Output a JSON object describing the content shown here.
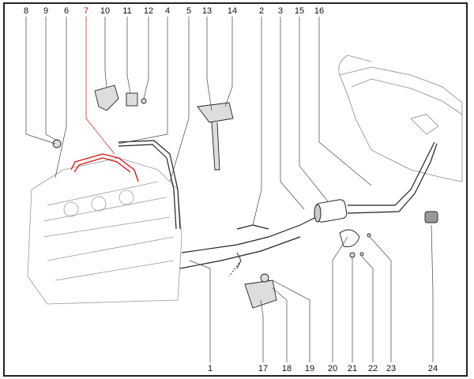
{
  "diagram": {
    "top_callouts": [
      "8",
      "9",
      "6",
      "7",
      "10",
      "11",
      "12",
      "4",
      "5",
      "13",
      "14",
      "2",
      "3",
      "15",
      "16"
    ],
    "bottom_callouts": [
      "1",
      "17",
      "18",
      "19",
      "20",
      "21",
      "22",
      "23",
      "24"
    ],
    "highlighted_callout": "7",
    "highlight_color": "#d01010"
  }
}
